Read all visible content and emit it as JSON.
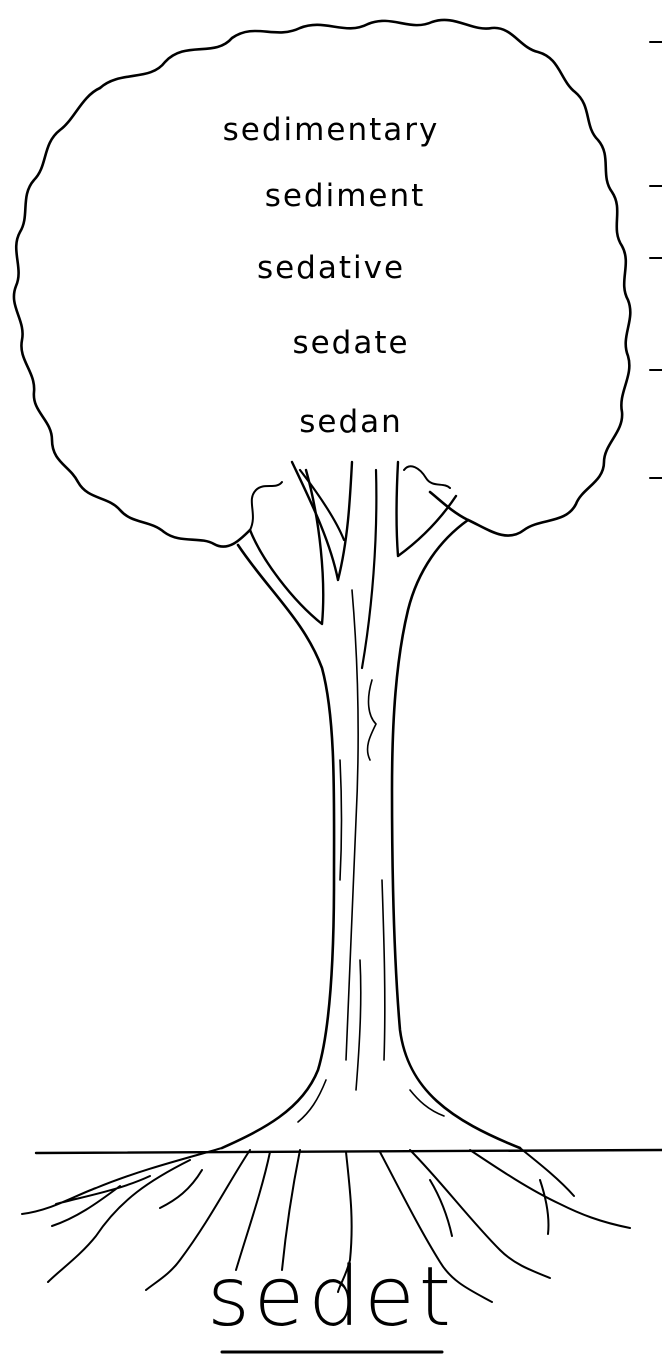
{
  "words": [
    "sedimentary",
    "sediment",
    "sedative",
    "sedate",
    "sedan"
  ],
  "root": "sedet",
  "colors": {
    "ink": "#000000",
    "paper": "#ffffff"
  }
}
